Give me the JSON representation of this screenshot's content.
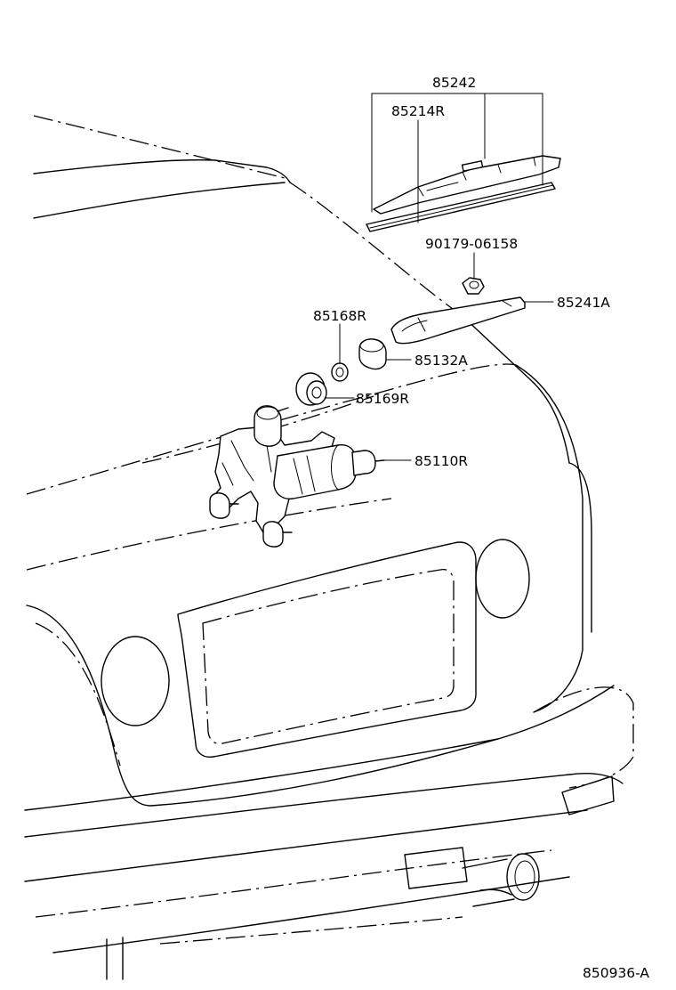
{
  "labels": {
    "p85242": "85242",
    "p85214R": "85214R",
    "p90179": "90179-06158",
    "p85241A": "85241A",
    "p85168R": "85168R",
    "p85132A": "85132A",
    "p85169R": "85169R",
    "p85110R": "85110R"
  },
  "figure_id": "850936-A"
}
